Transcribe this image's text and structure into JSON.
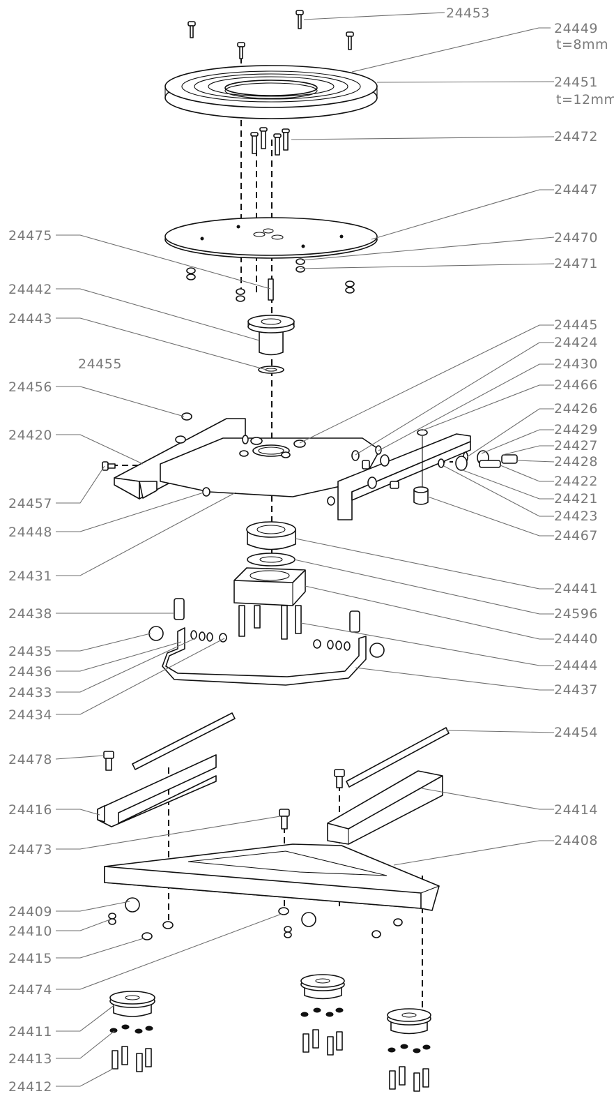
{
  "callouts": [
    {
      "id": "24453"
    },
    {
      "id": "24449",
      "note": "t=8mm"
    },
    {
      "id": "24451",
      "note": "t=12mm"
    },
    {
      "id": "24472"
    },
    {
      "id": "24447"
    },
    {
      "id": "24470"
    },
    {
      "id": "24471"
    },
    {
      "id": "24475"
    },
    {
      "id": "24442"
    },
    {
      "id": "24443"
    },
    {
      "id": "24445"
    },
    {
      "id": "24424"
    },
    {
      "id": "24430"
    },
    {
      "id": "24466"
    },
    {
      "id": "24455"
    },
    {
      "id": "24456"
    },
    {
      "id": "24426"
    },
    {
      "id": "24420"
    },
    {
      "id": "24429"
    },
    {
      "id": "24427"
    },
    {
      "id": "24428"
    },
    {
      "id": "24457"
    },
    {
      "id": "24422"
    },
    {
      "id": "24421"
    },
    {
      "id": "24448"
    },
    {
      "id": "24423"
    },
    {
      "id": "24467"
    },
    {
      "id": "24431"
    },
    {
      "id": "24441"
    },
    {
      "id": "24438"
    },
    {
      "id": "24596"
    },
    {
      "id": "24440"
    },
    {
      "id": "24435"
    },
    {
      "id": "24444"
    },
    {
      "id": "24436"
    },
    {
      "id": "24433"
    },
    {
      "id": "24437"
    },
    {
      "id": "24434"
    },
    {
      "id": "24454"
    },
    {
      "id": "24478"
    },
    {
      "id": "24416"
    },
    {
      "id": "24414"
    },
    {
      "id": "24473"
    },
    {
      "id": "24408"
    },
    {
      "id": "24409"
    },
    {
      "id": "24410"
    },
    {
      "id": "24415"
    },
    {
      "id": "24474"
    },
    {
      "id": "24411"
    },
    {
      "id": "24413"
    },
    {
      "id": "24412"
    }
  ]
}
